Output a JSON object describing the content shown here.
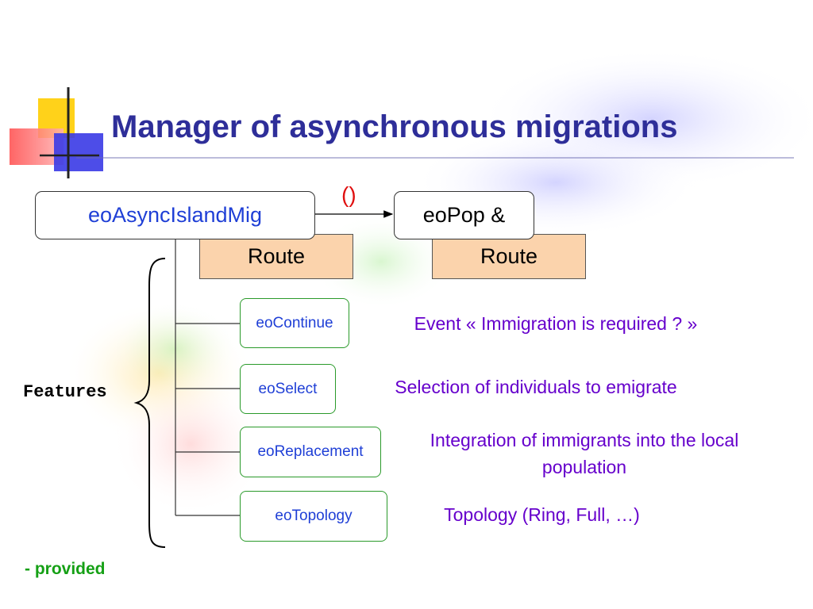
{
  "title": "Manager of asynchronous migrations",
  "diagram": {
    "main_class": "eoAsyncIslandMig",
    "call_parens": "()",
    "target_class": "eoPop &",
    "route_left": "Route",
    "route_right": "Route",
    "features_label": "Features",
    "features": [
      {
        "name": "eoContinue",
        "description": "Event « Immigration is required ? »"
      },
      {
        "name": "eoSelect",
        "description": "Selection of individuals to emigrate"
      },
      {
        "name": "eoReplacement",
        "description": "Integration of immigrants into the local population"
      },
      {
        "name": "eoTopology",
        "description": "Topology (Ring, Full, …)"
      }
    ],
    "footnote": "- provided"
  },
  "colors": {
    "title": "#2e2e99",
    "class_text": "#1f3fd6",
    "description": "#6600cc",
    "route_fill": "#fbd3ac",
    "feature_border": "#2a9a2a",
    "parens": "#e01010",
    "footnote": "#15a015"
  }
}
